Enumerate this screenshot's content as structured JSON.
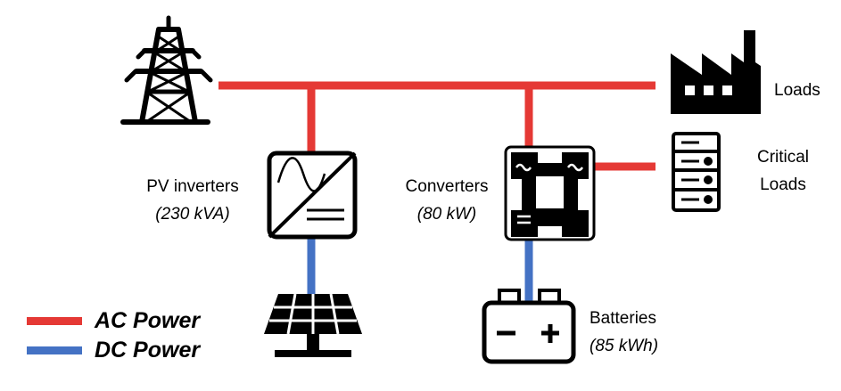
{
  "colors": {
    "ac": "#e53935",
    "dc": "#4472c4",
    "ink": "#000000"
  },
  "labels": {
    "loads": "Loads",
    "critical_loads_line1": "Critical",
    "critical_loads_line2": "Loads",
    "pv_inverters": "PV inverters",
    "pv_inverters_rating": "(230 kVA)",
    "converters": "Converters",
    "converters_rating": "(80 kW)",
    "batteries": "Batteries",
    "batteries_rating": "(85 kWh)"
  },
  "legend": {
    "ac_label": "AC Power",
    "dc_label": "DC Power"
  },
  "icons": [
    "transmission-tower-icon",
    "factory-icon",
    "server-rack-icon",
    "pv-inverter-icon",
    "converter-icon",
    "solar-panel-icon",
    "battery-icon"
  ]
}
